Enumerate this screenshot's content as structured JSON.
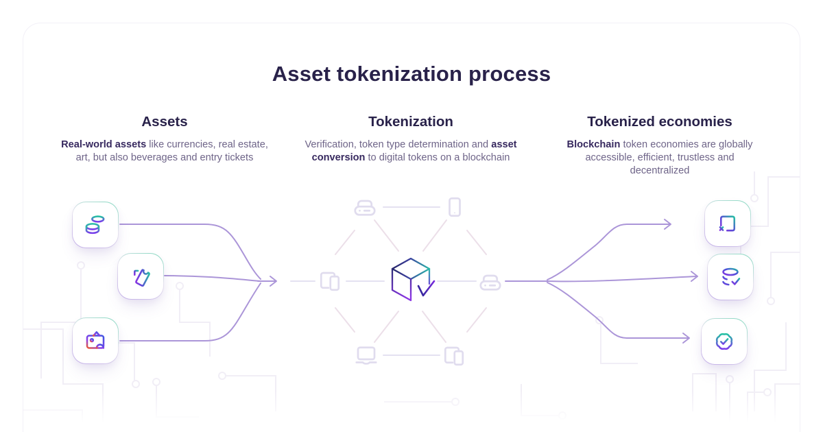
{
  "title": "Asset tokenization process",
  "columns": [
    {
      "heading": "Assets",
      "segments": [
        {
          "text": "Real-world assets",
          "bold": true
        },
        {
          "text": " like currencies, real estate, art, but also beverages and entry tickets",
          "bold": false
        }
      ],
      "icons": [
        "coins-icon",
        "ticket-icon",
        "image-icon"
      ]
    },
    {
      "heading": "Tokenization",
      "segments": [
        {
          "text": "Verification, token type determination and ",
          "bold": false
        },
        {
          "text": "asset conversion",
          "bold": true
        },
        {
          "text": " to digital tokens on a blockchain",
          "bold": false
        }
      ],
      "center_icon": "cube-check-icon",
      "hub_icons": [
        "hard-drive-icon",
        "tablet-icon",
        "devices-icon",
        "hard-drive-icon",
        "laptop-icon",
        "devices-icon"
      ]
    },
    {
      "heading": "Tokenized economies",
      "segments": [
        {
          "text": "Blockchain",
          "bold": true
        },
        {
          "text": " token economies are globally accessible, efficient, trustless and decentralized",
          "bold": false
        }
      ],
      "icons": [
        "contract-x-icon",
        "database-check-icon",
        "badge-check-icon"
      ]
    }
  ],
  "colors": {
    "title_text": "#29224a",
    "body_text": "#6e6488",
    "body_bold_text": "#37295f",
    "arrow_line": "#ab95d8",
    "hub_line_lavender": "#e4e1f1",
    "hub_line_pink": "#ecdfe9",
    "icon_teal": "#25c2a3",
    "icon_purple": "#7c3aed",
    "icon_orange": "#ef5a30",
    "cube_navy": "#262566",
    "pattern_line": "#f1eef6",
    "tile_border_teal": "#7fd8bd",
    "tile_border_purple": "#c0abe7"
  }
}
